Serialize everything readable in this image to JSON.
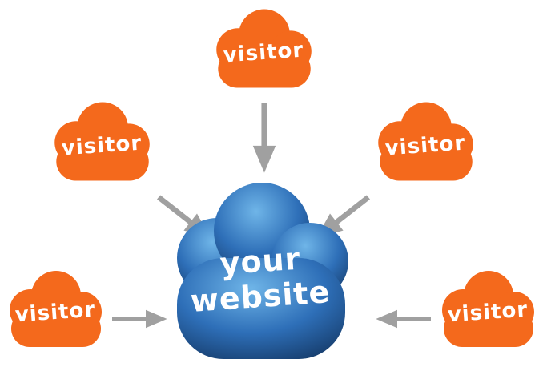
{
  "diagram": {
    "title": "visitors-to-website-diagram",
    "center": {
      "line1": "your",
      "line2": "website"
    },
    "visitors": [
      {
        "id": "top",
        "label": "visitor"
      },
      {
        "id": "upper-left",
        "label": "visitor"
      },
      {
        "id": "upper-right",
        "label": "visitor"
      },
      {
        "id": "lower-left",
        "label": "visitor"
      },
      {
        "id": "lower-right",
        "label": "visitor"
      }
    ]
  },
  "colors": {
    "visitor_cloud": "#F4691C",
    "arrow": "#A0A0A0",
    "center_highlight": "#6FB5E8",
    "center_mid": "#2E6FB8",
    "center_dark": "#163C6B",
    "background": "#FFFFFF"
  }
}
